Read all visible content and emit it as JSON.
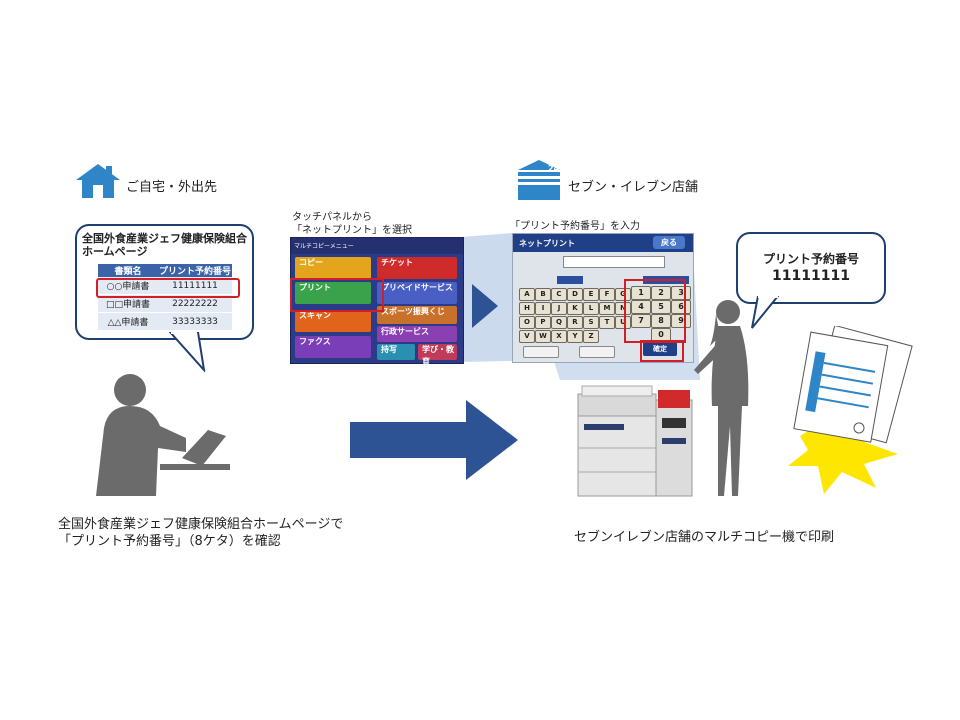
{
  "left": {
    "location_label": "ご自宅・外出先",
    "bubble_title": "全国外食産業ジェフ健康保険組合ホームページ",
    "table": {
      "headers": [
        "書類名",
        "プリント予約番号"
      ],
      "rows": [
        [
          "○○申請書",
          "11111111"
        ],
        [
          "□□申請書",
          "22222222"
        ],
        [
          "△△申請書",
          "33333333"
        ]
      ]
    },
    "caption_line1": "全国外食産業ジェフ健康保険組合ホームページで",
    "caption_line2": "「プリント予約番号」（8ケタ）を確認"
  },
  "middle": {
    "instruction_line1": "タッチパネルから",
    "instruction_line2": "「ネットプリント」を選択",
    "menu_title": "マルチコピーメニュー",
    "menu_tiles": [
      "コピー",
      "チケット",
      "プリント",
      "プリペイドサービス",
      "スキャン",
      "スポーツ振興くじ",
      "ファクス",
      "行政サービス",
      "持写",
      "学び・教育"
    ]
  },
  "right": {
    "location_label": "セブン・イレブン店舗",
    "instruction": "「プリント予約番号」を入力",
    "panel_title": "ネットプリント",
    "panel_back": "戻る",
    "letter_keys": [
      "A",
      "B",
      "C",
      "D",
      "E",
      "F",
      "G",
      "H",
      "I",
      "J",
      "K",
      "L",
      "M",
      "N",
      "O",
      "P",
      "Q",
      "R",
      "S",
      "T",
      "U",
      "V",
      "W",
      "X",
      "Y",
      "Z"
    ],
    "number_keys": [
      "1",
      "2",
      "3",
      "4",
      "5",
      "6",
      "7",
      "8",
      "9",
      "0"
    ],
    "confirm_key": "確定",
    "bubble_label": "プリント予約番号",
    "bubble_number": "11111111",
    "caption": "セブンイレブン店舗のマルチコピー機で印刷"
  },
  "colors": {
    "arrow": "#2e5394",
    "icon": "#2e86c9",
    "highlight": "#d21f27",
    "beam": "#aac2e3"
  }
}
